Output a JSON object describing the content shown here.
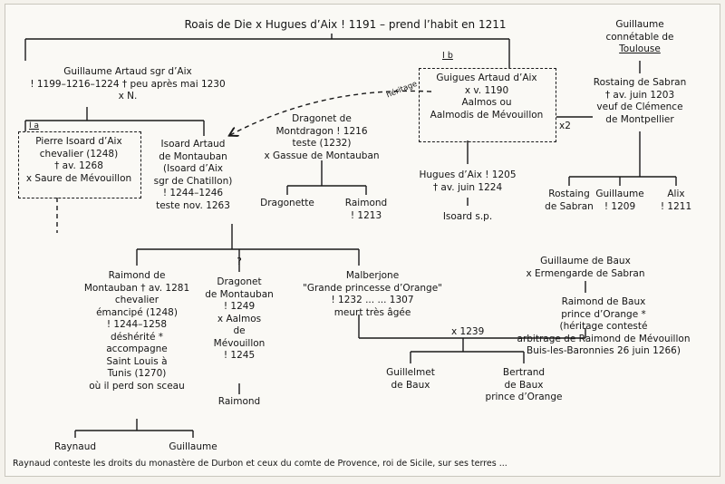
{
  "root": {
    "text": "Roais de Die x Hugues d’Aix ! 1191 – prend l’habit en 1211"
  },
  "guillaume_artaud": {
    "l1": "Guillaume Artaud sgr d’Aix",
    "l2": "! 1199–1216–1224 † peu après mai 1230",
    "l3": "x N."
  },
  "marker_ia": "I a",
  "marker_ib": "I b",
  "pierre_isoard": {
    "l1": "Pierre Isoard d’Aix",
    "l2": "chevalier (1248)",
    "l3": "† av. 1268",
    "l4": "x Saure de Mévouillon"
  },
  "isoard_artaud": {
    "l1": "Isoard Artaud",
    "l2": "de Montauban",
    "l3": "(Isoard d’Aix",
    "l4": "sgr de Chatillon)",
    "l5": "! 1244–1246",
    "l6": "teste nov. 1263"
  },
  "heritage_label": "héritage",
  "dragonet": {
    "l1": "Dragonet de",
    "l2": "Montdragon ! 1216",
    "l3": "teste (1232)",
    "l4": "x Gassue de Montauban"
  },
  "dragonette": "Dragonette",
  "raimond_1213": {
    "l1": "Raimond",
    "l2": "! 1213"
  },
  "guigues": {
    "l1": "Guigues Artaud d’Aix",
    "l2": "x v. 1190",
    "l3": "Aalmos ou",
    "l4": "Aalmodis de Mévouillon"
  },
  "x2": "x2",
  "hugues": {
    "l1": "Hugues d’Aix ! 1205",
    "l2": "† av. juin 1224"
  },
  "isoard_sp": "Isoard s.p.",
  "guillaume_toulouse": {
    "l1": "Guillaume",
    "l2": "connétable de",
    "l3": "Toulouse"
  },
  "rostaing": {
    "l1": "Rostaing de Sabran",
    "l2": "† av. juin 1203",
    "l3": "veuf de Clémence",
    "l4": "de Montpellier"
  },
  "rostaing_child": {
    "l1": "Rostaing",
    "l2": "de Sabran"
  },
  "guillaume_1209": {
    "l1": "Guillaume",
    "l2": "! 1209"
  },
  "alix": {
    "l1": "Alix",
    "l2": "! 1211"
  },
  "question": "?",
  "raimond_montauban": {
    "l1": "Raimond de",
    "l2": "Montauban † av. 1281",
    "l3": "chevalier",
    "l4": "émancipé (1248)",
    "l5": "! 1244–1258",
    "l6": "déshérité *",
    "l7": "accompagne",
    "l8": "Saint Louis à",
    "l9": "Tunis (1270)",
    "l10": "où il perd son sceau"
  },
  "dragonet_montauban": {
    "l1": "Dragonet",
    "l2": "de Montauban",
    "l3": "! 1249",
    "l4": "x Aalmos",
    "l5": "de",
    "l6": "Mévouillon",
    "l7": "! 1245",
    "l8": "Raimond"
  },
  "malberjone": {
    "l1": "Malberjone",
    "l2": "\"Grande princesse d’Orange\"",
    "l3": "! 1232 ... ... 1307",
    "l4": "meurt très âgée"
  },
  "x1239": "x 1239",
  "guillaume_baux": {
    "l1": "Guillaume de Baux",
    "l2": "x Ermengarde de Sabran"
  },
  "raimond_baux": {
    "l1": "Raimond de Baux",
    "l2": "prince d’Orange *",
    "l3": "(héritage contesté",
    "l4": "arbitrage de Raimond de Mévouillon",
    "l5": "Buis-les-Baronnies 26 juin 1266)"
  },
  "guillelmet": {
    "l1": "Guillelmet",
    "l2": "de Baux"
  },
  "bertrand": {
    "l1": "Bertrand",
    "l2": "de Baux",
    "l3": "prince d’Orange"
  },
  "raynaud": "Raynaud",
  "guillaume_last": "Guillaume",
  "footer": "Raynaud conteste les droits du monastère de Durbon et ceux du comte de Provence, roi de Sicile, sur ses terres ..."
}
